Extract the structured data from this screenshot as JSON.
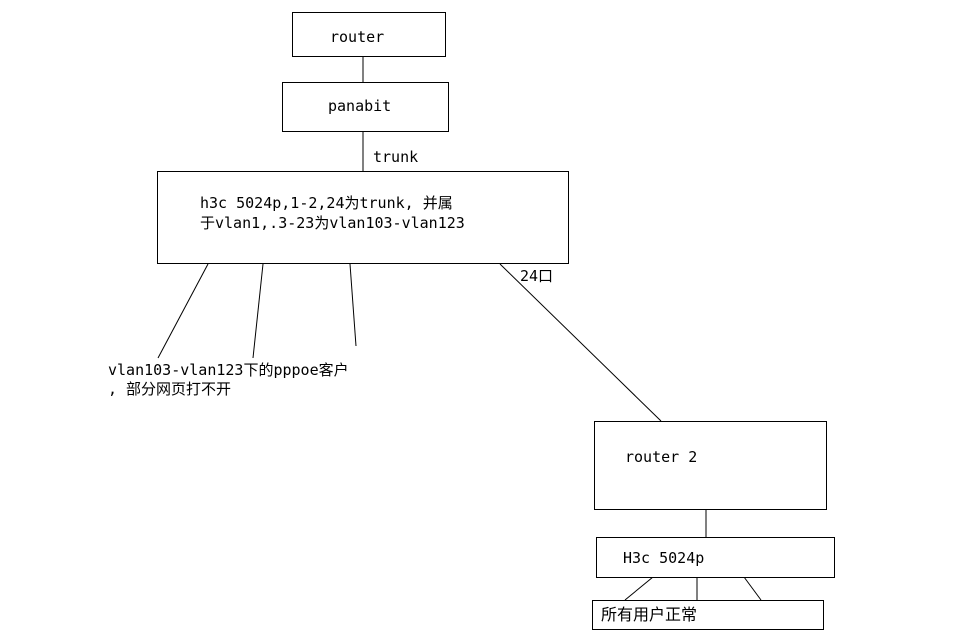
{
  "diagram": {
    "router": "router",
    "panabit": "panabit",
    "trunk_label": "trunk",
    "switch_main": {
      "line1": "h3c 5024p,1-2,24为trunk, 并属",
      "line2": "于vlan1,.3-23为vlan103-vlan123"
    },
    "port_label": "24口",
    "clients_note": {
      "line1": "vlan103-vlan123下的pppoe客户",
      "line2": ", 部分网页打不开"
    },
    "router2": "router 2",
    "switch2": "H3c 5024p",
    "users_ok": "所有用户正常"
  }
}
